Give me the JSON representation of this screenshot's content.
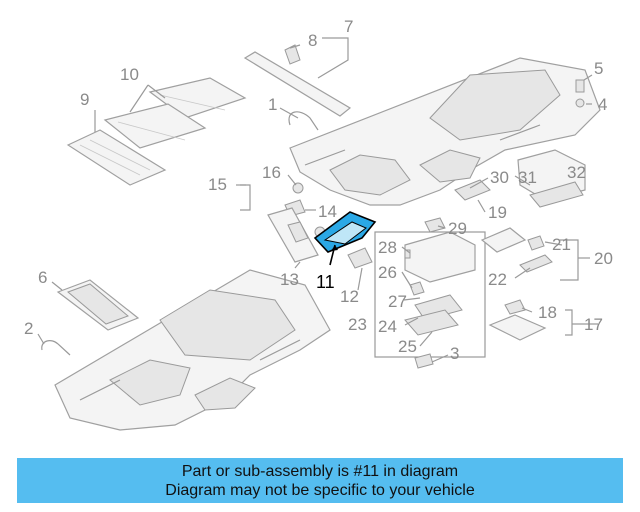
{
  "diagram": {
    "highlight_part": "11",
    "highlight_color": "#2aa8e6",
    "labels": {
      "p1": "1",
      "p2": "2",
      "p3": "3",
      "p4": "4",
      "p5": "5",
      "p6": "6",
      "p7": "7",
      "p8": "8",
      "p9": "9",
      "p10": "10",
      "p11": "11",
      "p12": "12",
      "p13": "13",
      "p14": "14",
      "p15": "15",
      "p16": "16",
      "p17": "17",
      "p18": "18",
      "p19": "19",
      "p20": "20",
      "p21": "21",
      "p22": "22",
      "p23": "23",
      "p24": "24",
      "p25": "25",
      "p26": "26",
      "p27": "27",
      "p28": "28",
      "p29": "29",
      "p30": "30",
      "p31": "31",
      "p32": "32"
    }
  },
  "banner": {
    "line1": "Part or sub-assembly is #11 in diagram",
    "line2": "Diagram may not be specific to your vehicle",
    "background": "#55bdf0"
  }
}
